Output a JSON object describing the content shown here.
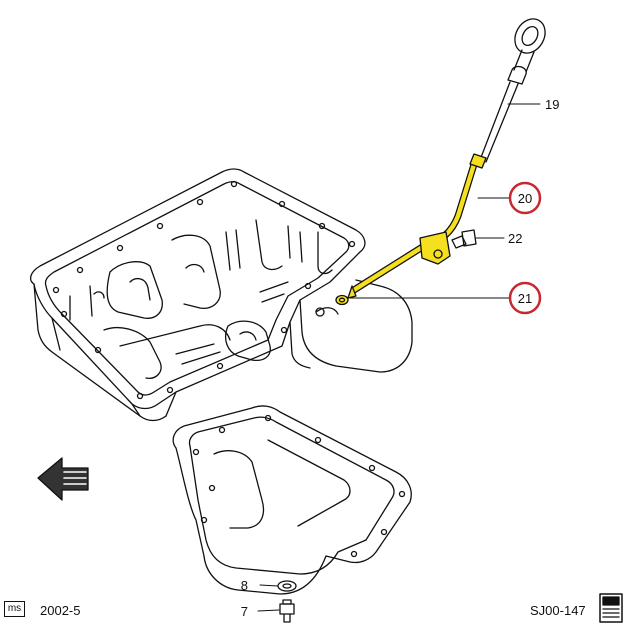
{
  "parts": {
    "dipstick": "19",
    "guide_tube": "20",
    "o_ring": "21",
    "guide_bolt": "22",
    "drain_gasket": "8",
    "drain_plug": "7"
  },
  "footer": {
    "badge": "ms",
    "date": "2002-5",
    "code": "SJ00-147"
  },
  "colors": {
    "highlight": "#F5E020",
    "circle": "#C8282D",
    "line": "#111111"
  },
  "icons": {
    "front_arrow": "fwd-arrow-icon",
    "book": "book-icon"
  }
}
